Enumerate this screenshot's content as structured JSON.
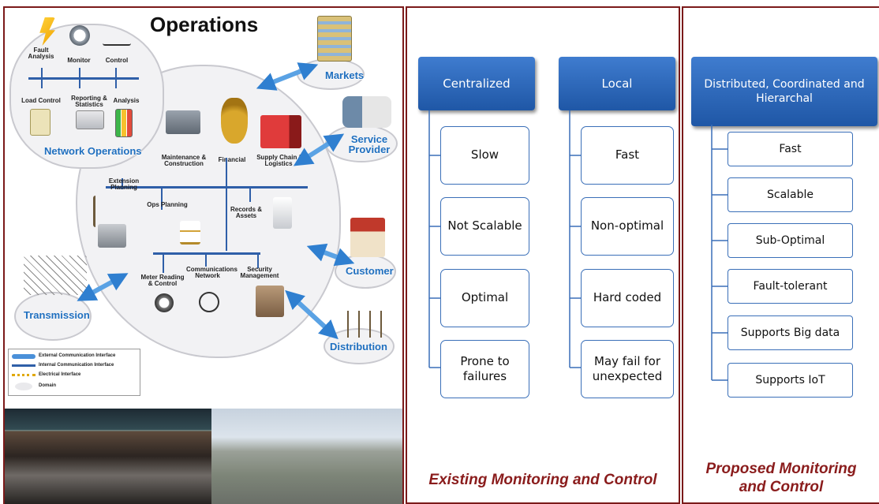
{
  "operations": {
    "title": "Operations",
    "network_operations": {
      "label": "Network Operations",
      "items": [
        "Fault Analysis",
        "Monitor",
        "Control",
        "Load Control",
        "Reporting & Statistics",
        "Analysis"
      ]
    },
    "core_items": [
      "Maintenance & Construction",
      "Financial",
      "Supply Chain / Logistics",
      "Extension Planning",
      "Ops Planning",
      "Records & Assets",
      "Meter Reading & Control",
      "Communications Network",
      "Security Management"
    ],
    "domains": [
      "Markets",
      "Service Provider",
      "Customer",
      "Transmission",
      "Distribution"
    ],
    "legend": [
      "External Communication Interface",
      "Internal Communication Interface",
      "Electrical Interface",
      "Domain"
    ]
  },
  "existing": {
    "title": "Existing Monitoring and Control",
    "centralized": {
      "header": "Centralized",
      "items": [
        "Slow",
        "Not Scalable",
        "Optimal",
        "Prone to failures"
      ]
    },
    "local": {
      "header": "Local",
      "items": [
        "Fast",
        "Non-optimal",
        "Hard coded",
        "May fail for unexpected"
      ]
    }
  },
  "proposed": {
    "title": "Proposed Monitoring and Control",
    "header": "Distributed, Coordinated and Hierarchal",
    "items": [
      "Fast",
      "Scalable",
      "Sub-Optimal",
      "Fault-tolerant",
      "Supports Big data",
      "Supports IoT"
    ]
  },
  "colors": {
    "panel_border": "#7b1a1a",
    "header_blue": "#2a63b3",
    "title_red": "#8a1c1c"
  }
}
